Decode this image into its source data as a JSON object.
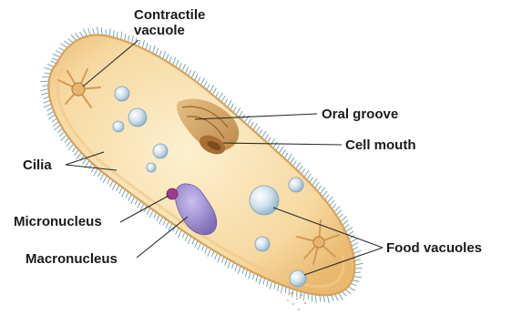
{
  "labels": {
    "contractile_vacuole": [
      "Contractile",
      "vacuole"
    ],
    "oral_groove": "Oral groove",
    "cell_mouth": "Cell mouth",
    "cilia": "Cilia",
    "micronucleus": "Micronucleus",
    "macronucleus": "Macronucleus",
    "food_vacuoles": "Food vacuoles"
  },
  "colors": {
    "cytoplasm": "#f6d9a1",
    "membrane": "#d6a35c",
    "cilia": "#5d93a6",
    "macronucleus": "#9c8cc9",
    "micronucleus": "#9b3b8f",
    "vacuole": "#cfe0ec",
    "groove": "#c9954f"
  }
}
